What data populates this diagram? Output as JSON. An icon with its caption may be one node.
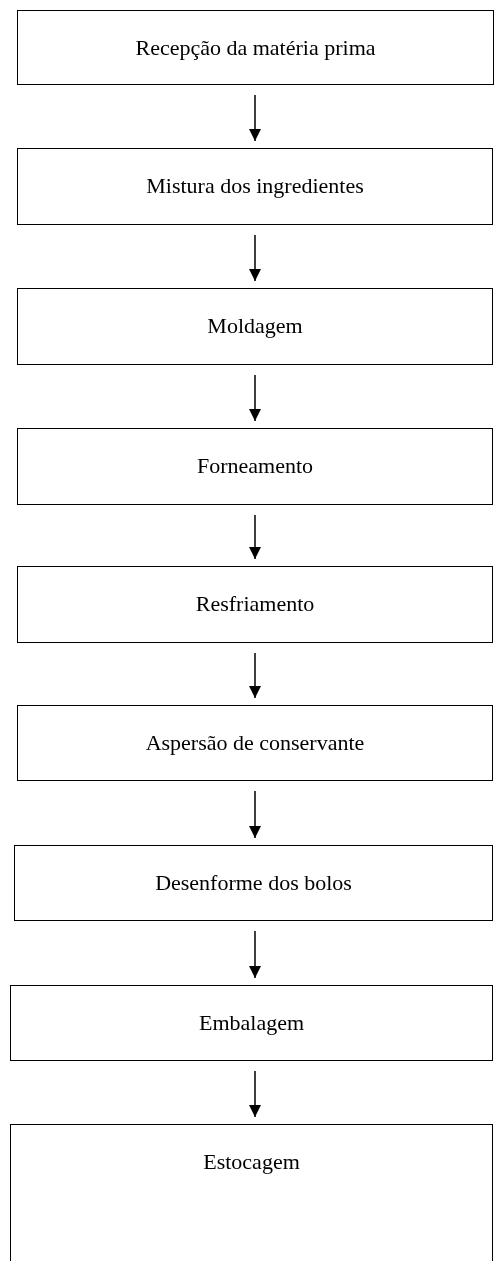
{
  "diagram": {
    "nodes": [
      {
        "text": [
          "Recepção da matéria prima"
        ]
      },
      {
        "text": [
          "Mistura dos ingredientes"
        ]
      },
      {
        "text": [
          "Moldagem"
        ]
      },
      {
        "text": [
          "Forneamento"
        ]
      },
      {
        "text": [
          "Resfriamento"
        ]
      },
      {
        "text": [
          "Aspersão de conservante"
        ]
      },
      {
        "text": [
          "Desenforme dos bolos"
        ]
      },
      {
        "text": [
          "Embalagem"
        ]
      },
      {
        "text": [
          "Estocagem"
        ]
      }
    ],
    "edges": [
      {
        "from": 0,
        "to": 1,
        "arrow": "to"
      },
      {
        "from": 1,
        "to": 2,
        "arrow": "to"
      },
      {
        "from": 2,
        "to": 3,
        "arrow": "to"
      },
      {
        "from": 3,
        "to": 4,
        "arrow": "to"
      },
      {
        "from": 4,
        "to": 5,
        "arrow": "to"
      },
      {
        "from": 5,
        "to": 6,
        "arrow": "to"
      },
      {
        "from": 6,
        "to": 7,
        "arrow": "to"
      },
      {
        "from": 7,
        "to": 8,
        "arrow": "to"
      }
    ]
  }
}
